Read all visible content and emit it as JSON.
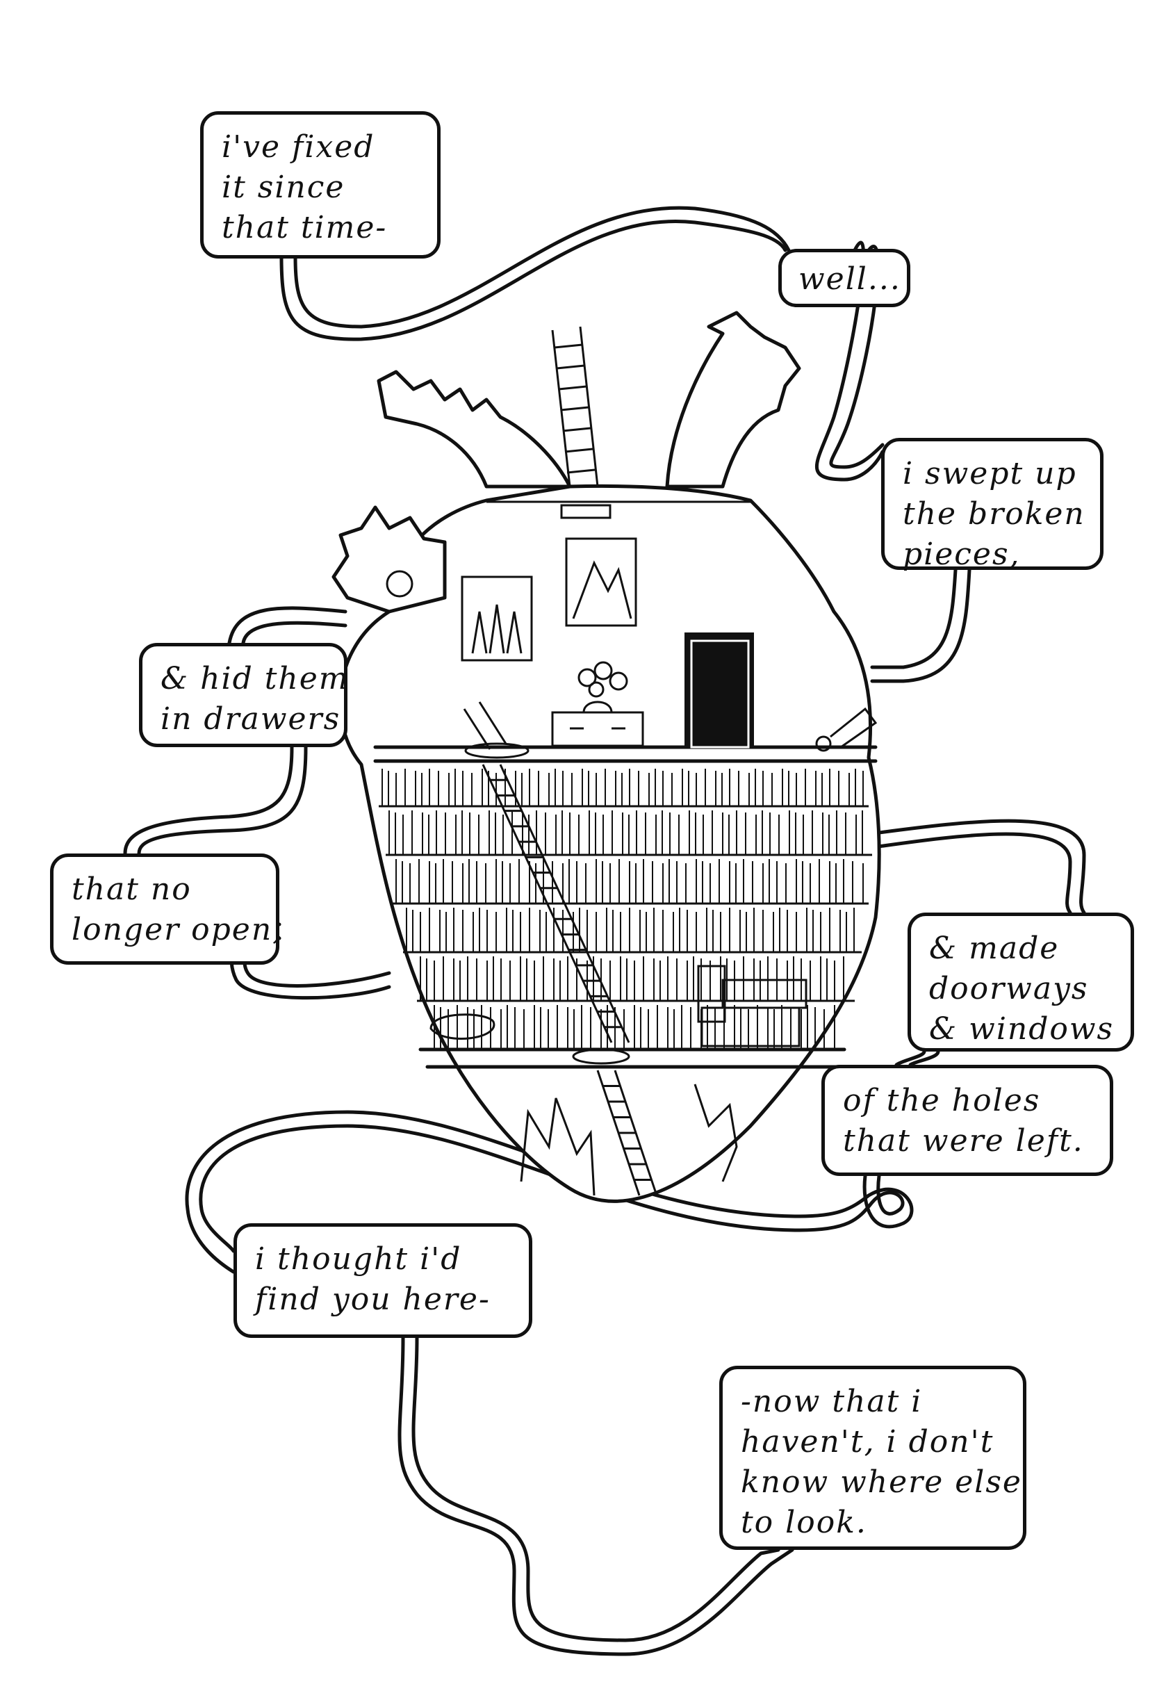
{
  "captions": [
    {
      "id": "fixed",
      "lines": [
        "i've fixed",
        "it since",
        "that time-"
      ]
    },
    {
      "id": "well",
      "lines": [
        "well..."
      ]
    },
    {
      "id": "swept",
      "lines": [
        "i swept up",
        "the broken",
        "pieces,"
      ]
    },
    {
      "id": "hid",
      "lines": [
        "& hid them",
        "in drawers"
      ]
    },
    {
      "id": "nolonger",
      "lines": [
        "that no",
        "longer open,"
      ]
    },
    {
      "id": "doorways",
      "lines": [
        "& made",
        "doorways",
        "& windows"
      ]
    },
    {
      "id": "holes",
      "lines": [
        "of the holes",
        "that were left."
      ]
    },
    {
      "id": "thought",
      "lines": [
        "i thought i'd",
        "find you here-"
      ]
    },
    {
      "id": "nowthat",
      "lines": [
        "-now that i",
        "haven't, i don't",
        "know where else",
        "to look."
      ]
    }
  ],
  "colors": {
    "ink": "#111111",
    "paper": "#ffffff"
  }
}
